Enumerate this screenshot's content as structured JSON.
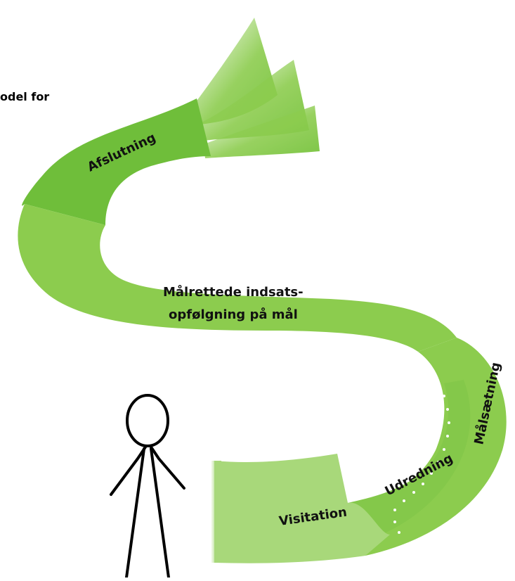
{
  "heading_fragment": "odel for",
  "stages": {
    "afslutning": "Afslutning",
    "malrettede_line1": "Målrettede indsats-",
    "malrettede_line2": "opfølgning på mål",
    "malsaetning": "Målsætning",
    "udredning": "Udredning",
    "visitation": "Visitation"
  },
  "colors": {
    "ribbon_main": "#8ccc4e",
    "ribbon_dark": "#6fbe3a",
    "ribbon_light": "#a8d87a",
    "stick_figure": "#000000",
    "dots": "#ffffff"
  },
  "icons": {
    "person": "stick-figure-icon"
  }
}
